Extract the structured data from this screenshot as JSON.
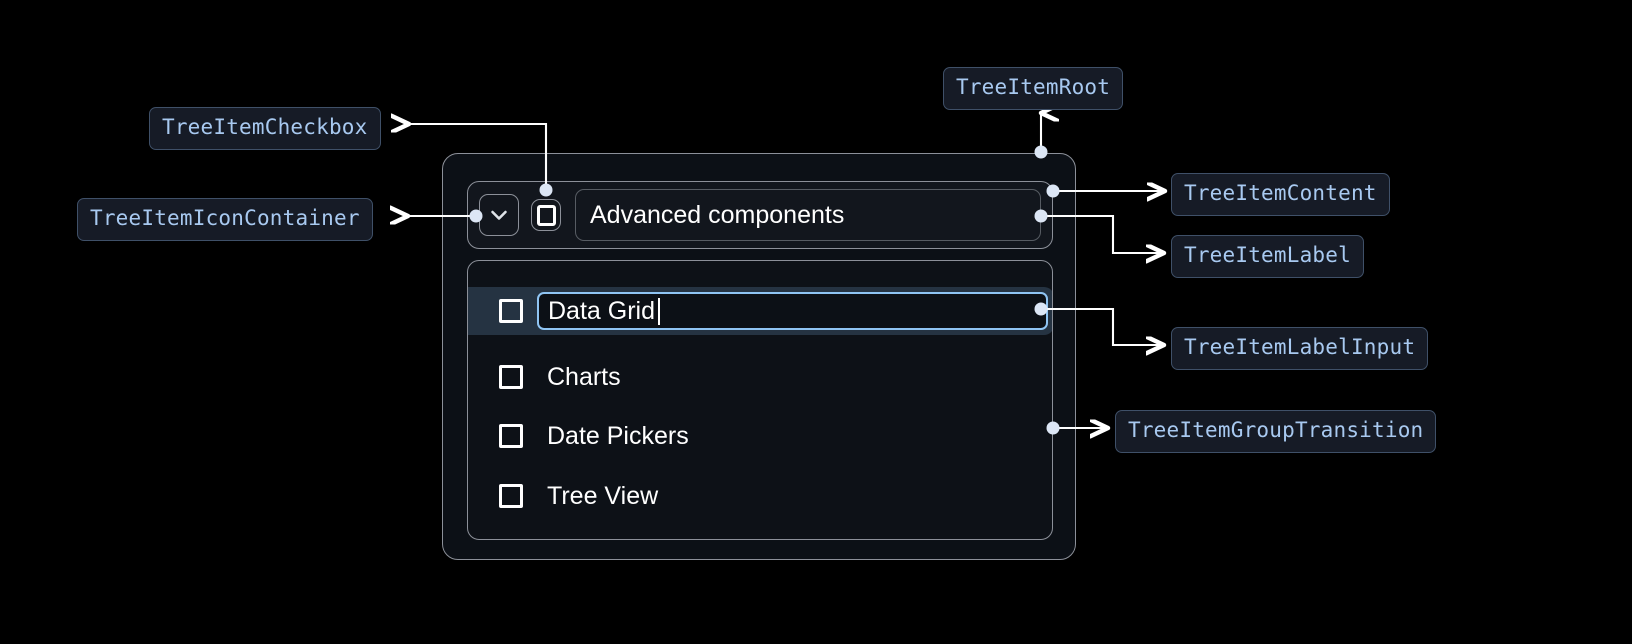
{
  "annotations": {
    "checkbox": "TreeItemCheckbox",
    "icon_container": "TreeItemIconContainer",
    "root": "TreeItemRoot",
    "content": "TreeItemContent",
    "label": "TreeItemLabel",
    "label_input": "TreeItemLabelInput",
    "group_transition": "TreeItemGroupTransition"
  },
  "tree": {
    "root_item": {
      "label": "Advanced components",
      "expanded": true,
      "checked": false,
      "expand_icon": "chevron-down-icon"
    },
    "children": [
      {
        "label": "Data Grid",
        "checked": false,
        "editing": true
      },
      {
        "label": "Charts",
        "checked": false,
        "editing": false
      },
      {
        "label": "Date Pickers",
        "checked": false,
        "editing": false
      },
      {
        "label": "Tree View",
        "checked": false,
        "editing": false
      }
    ]
  },
  "colors": {
    "page_background": "#000000",
    "tag_text": "#a8c9f0",
    "tag_background": "#161b26",
    "tag_border": "#3f5068",
    "connector": "#ffffff",
    "connector_dot": "#dce6f5",
    "component_border": "#8c9099",
    "selected_row": "#253342",
    "input_border": "#8fc4f3",
    "text": "#ffffff"
  }
}
